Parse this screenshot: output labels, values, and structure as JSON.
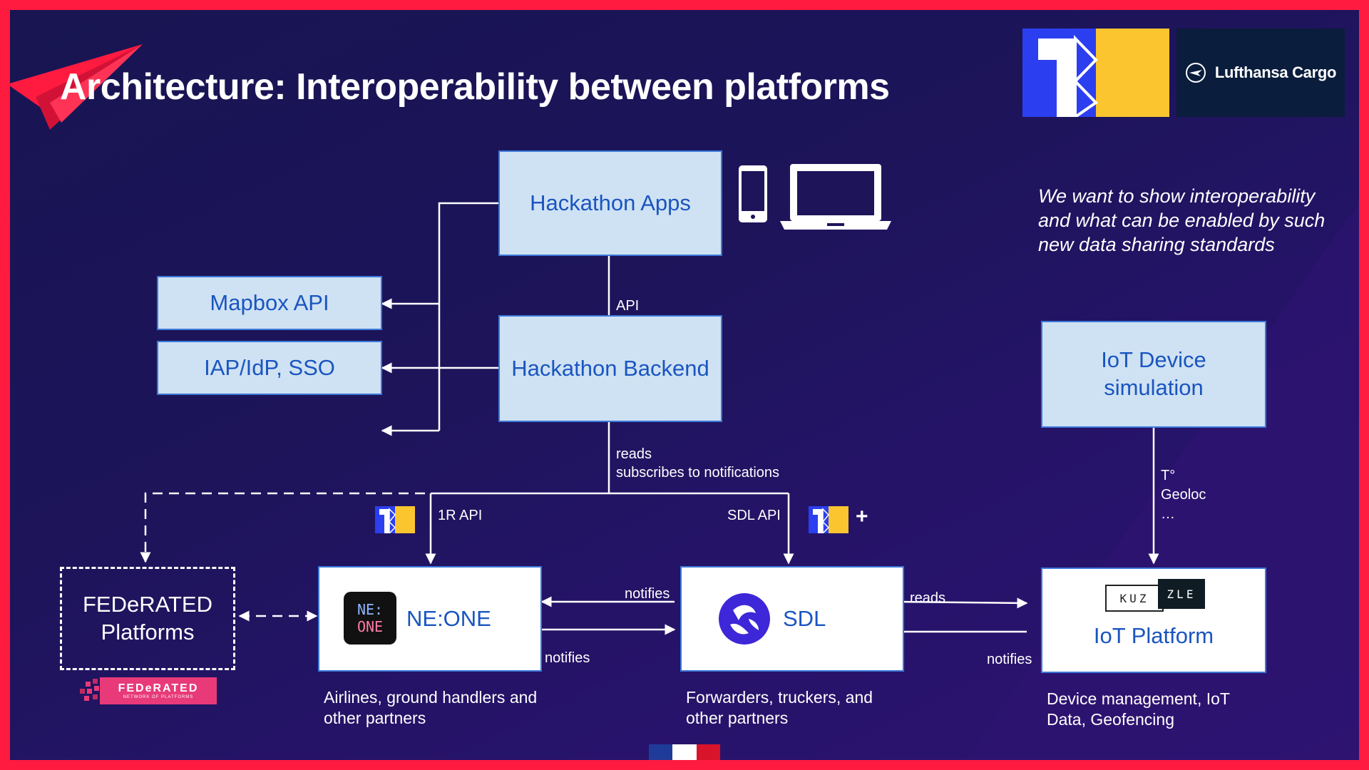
{
  "title": "Architecture: Interoperability between platforms",
  "logos": {
    "partner": "Lufthansa Cargo",
    "federated_badge": "FEDeRATED",
    "federated_sub": "NETWORK OF PLATFORMS",
    "neone_top": "NE:",
    "neone_bottom": "ONE",
    "kuzzle_left": "KUZ",
    "kuzzle_right": "ZLE"
  },
  "quote": "We want to show interoperability and what can be enabled by such new data sharing standards",
  "boxes": {
    "hackathon_apps": "Hackathon Apps",
    "hackathon_backend": "Hackathon Backend",
    "mapbox": "Mapbox API",
    "iap": "IAP/IdP, SSO",
    "iot_sim": "IoT Device simulation",
    "federated": "FEDeRATED Platforms",
    "neone": "NE:ONE",
    "sdl": "SDL",
    "iot_platform": "IoT Platform"
  },
  "labels": {
    "api": "API",
    "reads_subscribes": "reads\nsubscribes to notifications",
    "one_r_api": "1R API",
    "sdl_api": "SDL API",
    "plus": "+",
    "notifies_top": "notifies",
    "notifies_bottom": "notifies",
    "reads_right": "reads",
    "notifies_right": "notifies",
    "tgeo": "T°\nGeoloc\n…"
  },
  "descriptions": {
    "neone": "Airlines, ground handlers and other partners",
    "sdl": "Forwarders, truckers, and other partners",
    "iot": "Device management, IoT Data, Geofencing"
  },
  "colors": {
    "frame": "#ff1a40",
    "box_fill": "#cfe2f3",
    "box_border": "#3c78d8",
    "box_text": "#1a55c0",
    "onerecord_blue": "#2b3ff0",
    "onerecord_yellow": "#fbc530",
    "lufthansa_navy": "#0a1d3d",
    "federated_pink": "#e83a78"
  }
}
